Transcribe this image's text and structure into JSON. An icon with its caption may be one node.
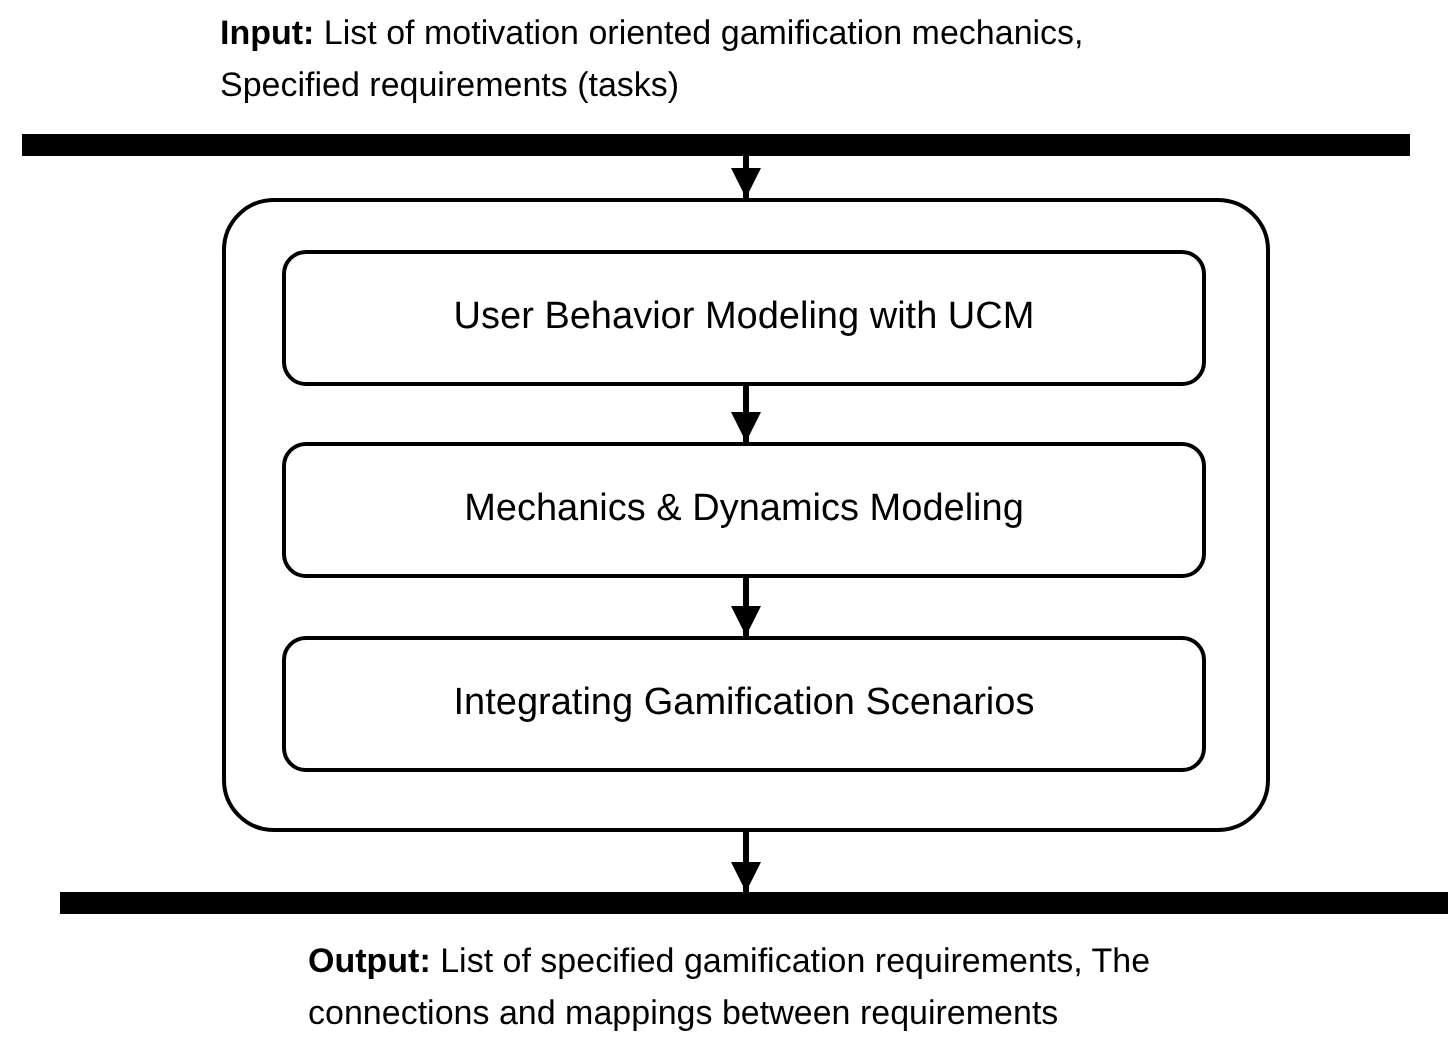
{
  "diagram": {
    "nodes": [
      {
        "text": [],
        "shape": "bar",
        "beside": [
          "**Input:** List of motivation oriented gamification mechanics, Specified requirements (tasks)"
        ]
      },
      {
        "text": [],
        "shape": "box"
      },
      {
        "text": [
          "User Behavior Modeling with UCM"
        ],
        "in": 1
      },
      {
        "text": [
          "Mechanics & Dynamics Modeling"
        ],
        "in": 1
      },
      {
        "text": [
          "Integrating Gamification Scenarios"
        ],
        "in": 1
      },
      {
        "text": [],
        "shape": "bar",
        "beside": [
          "**Output:** List of specified gamification requirements, The connections and mappings between requirements"
        ]
      }
    ],
    "edges": [
      {
        "from": 0,
        "to": 1,
        "arrow": "to"
      },
      {
        "from": 2,
        "to": 3,
        "arrow": "to"
      },
      {
        "from": 3,
        "to": 4,
        "arrow": "to"
      },
      {
        "from": 1,
        "to": 5,
        "arrow": "to"
      }
    ]
  }
}
